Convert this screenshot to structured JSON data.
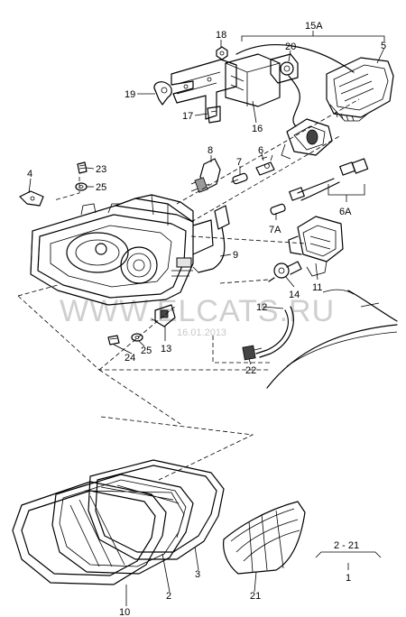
{
  "watermark": {
    "text": "WWW.ELCATS.RU",
    "date": "16.01.2013"
  },
  "callouts": {
    "p18": "18",
    "p15a": "15A",
    "p20": "20",
    "p5": "5",
    "p19": "19",
    "p17": "17",
    "p16": "16",
    "p8": "8",
    "p6": "6",
    "p7": "7",
    "p4": "4",
    "p23": "23",
    "p25a": "25",
    "p6a": "6A",
    "p7a": "7A",
    "p9": "9",
    "p11": "11",
    "p14": "14",
    "p12": "12",
    "p13": "13",
    "p24": "24",
    "p25b": "25",
    "p22": "22",
    "p2": "2",
    "p3": "3",
    "p21": "21",
    "p10": "10",
    "set_range": "2 - 21",
    "set_number": "1"
  }
}
